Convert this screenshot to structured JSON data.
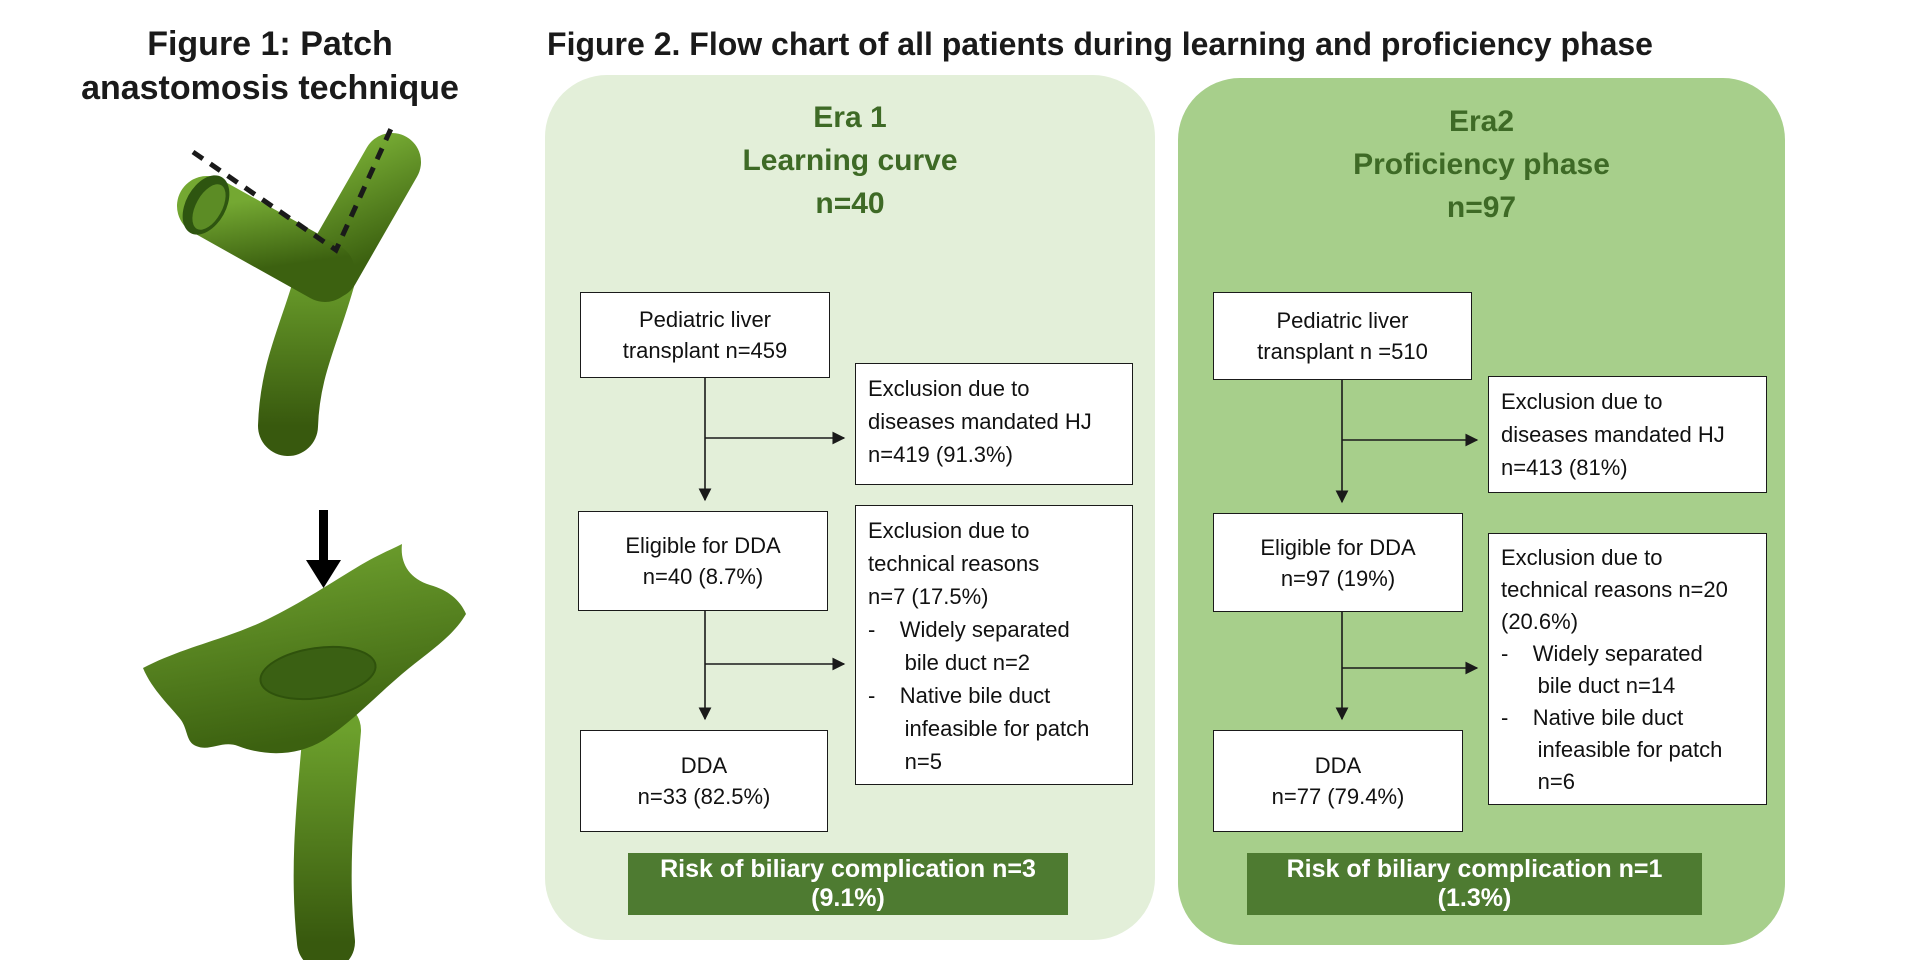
{
  "figure1": {
    "title": [
      "Figure 1: Patch",
      "anastomosis technique"
    ],
    "illustration": {
      "top_shape": "bile-duct-y-shape-with-dashed-cut-line",
      "bottom_shape": "flattened-patch-with-oval-opening",
      "arrow": "down-arrow"
    }
  },
  "figure2": {
    "title": "Figure 2. Flow chart of all patients during learning and proficiency phase",
    "era1": {
      "header": [
        "Era 1",
        "Learning curve",
        "n=40"
      ],
      "boxes": {
        "pediatric": [
          "Pediatric liver",
          "transplant n=459"
        ],
        "exclusion_hj": [
          "Exclusion due to",
          "diseases mandated HJ",
          "n=419 (91.3%)"
        ],
        "eligible": [
          "Eligible for DDA",
          "n=40 (8.7%)"
        ],
        "exclusion_technical": [
          "Exclusion due to",
          "technical reasons",
          "n=7 (17.5%)",
          "-    Widely separated",
          "      bile duct n=2",
          "-    Native bile duct",
          "      infeasible for patch",
          "      n=5"
        ],
        "dda": [
          "DDA",
          "n=33 (82.5%)"
        ]
      },
      "risk_banner": "Risk of biliary complication n=3 (9.1%)"
    },
    "era2": {
      "header": [
        "Era2",
        "Proficiency phase",
        "n=97"
      ],
      "boxes": {
        "pediatric": [
          "Pediatric liver",
          "transplant n =510"
        ],
        "exclusion_hj": [
          "Exclusion due to",
          "diseases mandated HJ",
          "n=413 (81%)"
        ],
        "eligible": [
          "Eligible for DDA",
          "n=97 (19%)"
        ],
        "exclusion_technical": [
          "Exclusion due to",
          "technical reasons n=20",
          "(20.6%)",
          "-    Widely separated",
          "      bile duct n=14",
          "-    Native bile duct",
          "      infeasible for patch",
          "      n=6"
        ],
        "dda": [
          "DDA",
          "n=77 (79.4%)"
        ]
      },
      "risk_banner": "Risk of biliary complication n=1 (1.3%)"
    }
  },
  "colors": {
    "era1_panel_bg": "#e3efd9",
    "era2_panel_bg": "#a7cf8b",
    "risk_banner_bg": "#4e7b31",
    "header_text": "#3e6a26",
    "duct_green_light": "#74a832",
    "duct_green_dark": "#3c6110"
  }
}
